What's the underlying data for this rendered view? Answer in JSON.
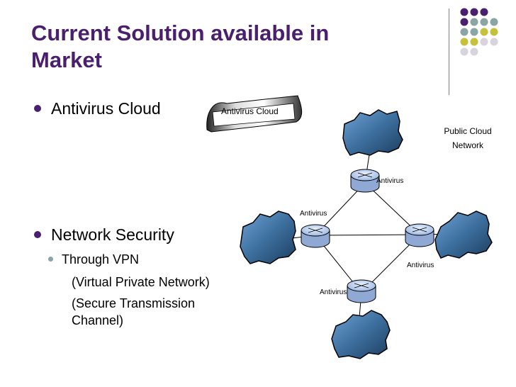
{
  "slide": {
    "title": "Current Solution available in Market"
  },
  "bullets": [
    {
      "label": "Antivirus Cloud"
    },
    {
      "label": "Network Security",
      "sub": {
        "item": "Through VPN",
        "line2": "(Virtual Private Network)",
        "line3a": "(Secure Transmission",
        "line3b": "Channel)"
      }
    }
  ],
  "diagram": {
    "ribbon_label": "Antivirus Cloud",
    "public_cloud_line1": "Public Cloud",
    "public_cloud_line2": "Network",
    "router_labels": [
      "Antivirus",
      "Antivirus",
      "Antivirus",
      "Antivirus"
    ]
  },
  "colors": {
    "title": "#4a1f6e",
    "purple_dot": "#4a1f6e",
    "teal_dot": "#8aa5a3",
    "olive_dot": "#c6c13a",
    "grey_dot": "#d7d4de",
    "cloud_fill": "#4a7fb1"
  }
}
